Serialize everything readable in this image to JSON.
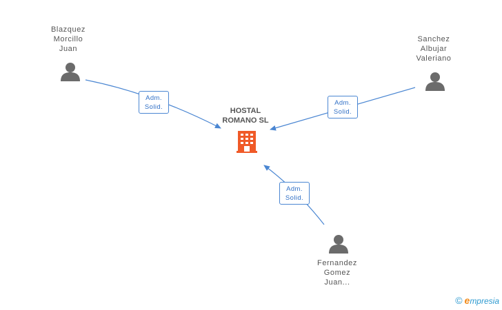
{
  "company": {
    "name": "HOSTAL\nROMANO SL",
    "icon": "building-icon",
    "color": "#f05a28"
  },
  "people": [
    {
      "id": "blazquez",
      "name": "Blazquez\nMorcillo\nJuan",
      "icon": "person-icon"
    },
    {
      "id": "sanchez",
      "name": "Sanchez\nAlbujar\nValeriano",
      "icon": "person-icon"
    },
    {
      "id": "fernandez",
      "name": "Fernandez\nGomez\nJuan...",
      "icon": "person-icon"
    }
  ],
  "relations": [
    {
      "from": "blazquez",
      "role": "Adm.\nSolid."
    },
    {
      "from": "sanchez",
      "role": "Adm.\nSolid."
    },
    {
      "from": "fernandez",
      "role": "Adm.\nSolid."
    }
  ],
  "colors": {
    "edge": "#4a86d2",
    "person_icon": "#6b6b6b",
    "label": "#555555"
  },
  "footer": {
    "copyright": "©",
    "brand_initial": "e",
    "brand_rest": "mpresia"
  }
}
